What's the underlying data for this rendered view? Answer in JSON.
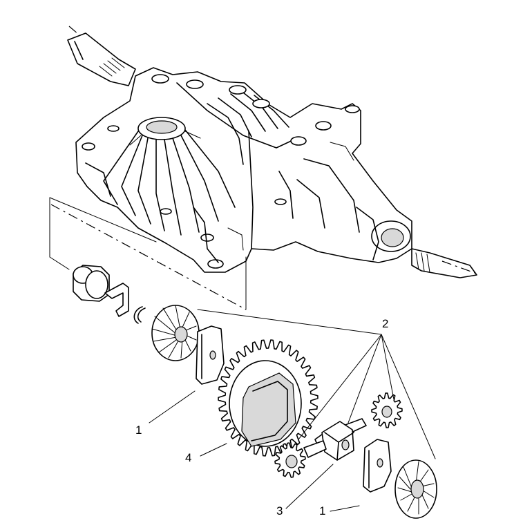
{
  "callouts": {
    "washer_left": "1",
    "pinions_group": "2",
    "cross_shaft": "3",
    "ring_gear": "4",
    "washer_right": "1"
  }
}
